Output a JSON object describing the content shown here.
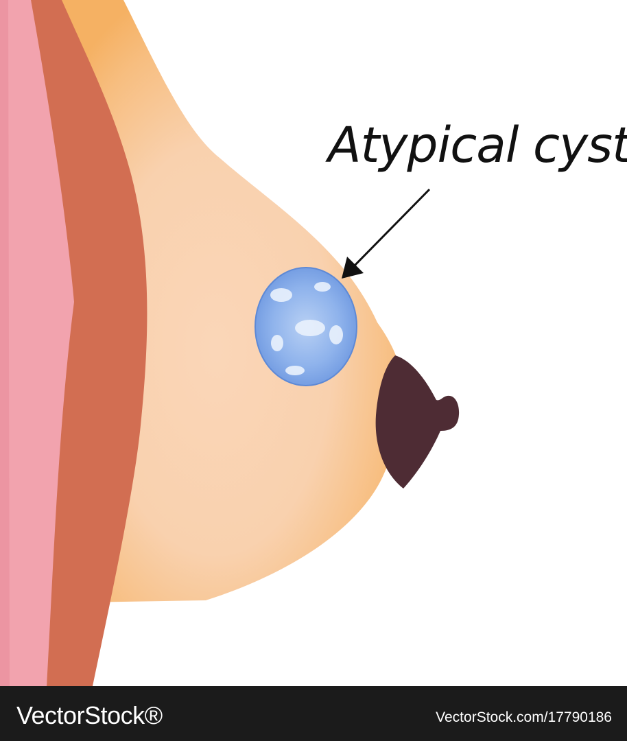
{
  "diagram": {
    "label": "Atypical cyst",
    "colors": {
      "skin_outer": "#f2a3ae",
      "muscle": "#d26e52",
      "tissue_light": "#f9d4b4",
      "tissue_edge": "#f6b46a",
      "cyst": "#7aa3e6",
      "cyst_highlight": "#e8f0fc",
      "areola": "#4e2c34",
      "arrow": "#111111"
    }
  },
  "footer": {
    "brand": "VectorStock®",
    "image_id": "VectorStock.com/17790186"
  }
}
